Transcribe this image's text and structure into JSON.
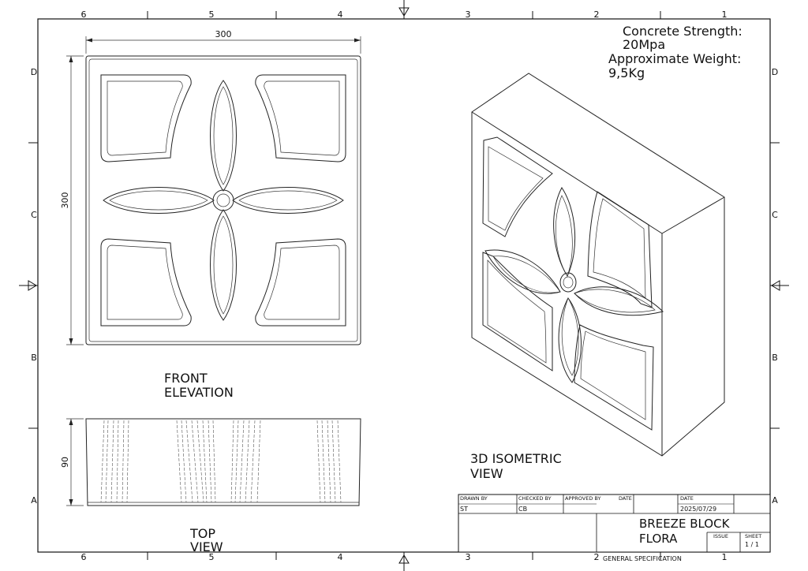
{
  "zones": {
    "top": [
      "6",
      "5",
      "4",
      "3",
      "2",
      "1"
    ],
    "bottom": [
      "6",
      "5",
      "4",
      "3",
      "2",
      "1"
    ],
    "left": [
      "D",
      "C",
      "B",
      "A"
    ],
    "right": [
      "D",
      "C",
      "B",
      "A"
    ]
  },
  "notes": {
    "strength_label": "Concrete Strength:",
    "strength_value": "20Mpa",
    "weight_label": "Approximate Weight:",
    "weight_value": "9,5Kg"
  },
  "dimensions": {
    "width": "300",
    "height": "300",
    "depth": "90"
  },
  "views": {
    "front_line1": "FRONT",
    "front_line2": "ELEVATION",
    "top_line1": "TOP",
    "top_line2": "VIEW",
    "iso_line1": "3D ISOMETRIC",
    "iso_line2": "VIEW"
  },
  "title_block": {
    "drawn_by_label": "DRAWN BY",
    "drawn_by": "ST",
    "checked_by_label": "CHECKED BY",
    "checked_by": "CB",
    "approved_by_label": "APPROVED BY",
    "date_label_1": "DATE",
    "date_label_2": "DATE",
    "date": "2025/07/29",
    "title_line1": "BREEZE BLOCK",
    "title_line2": "FLORA",
    "issue_label": "ISSUE",
    "sheet_label": "SHEET",
    "sheet": "1 / 1",
    "spec": "GENERAL SPECIFICATION"
  }
}
